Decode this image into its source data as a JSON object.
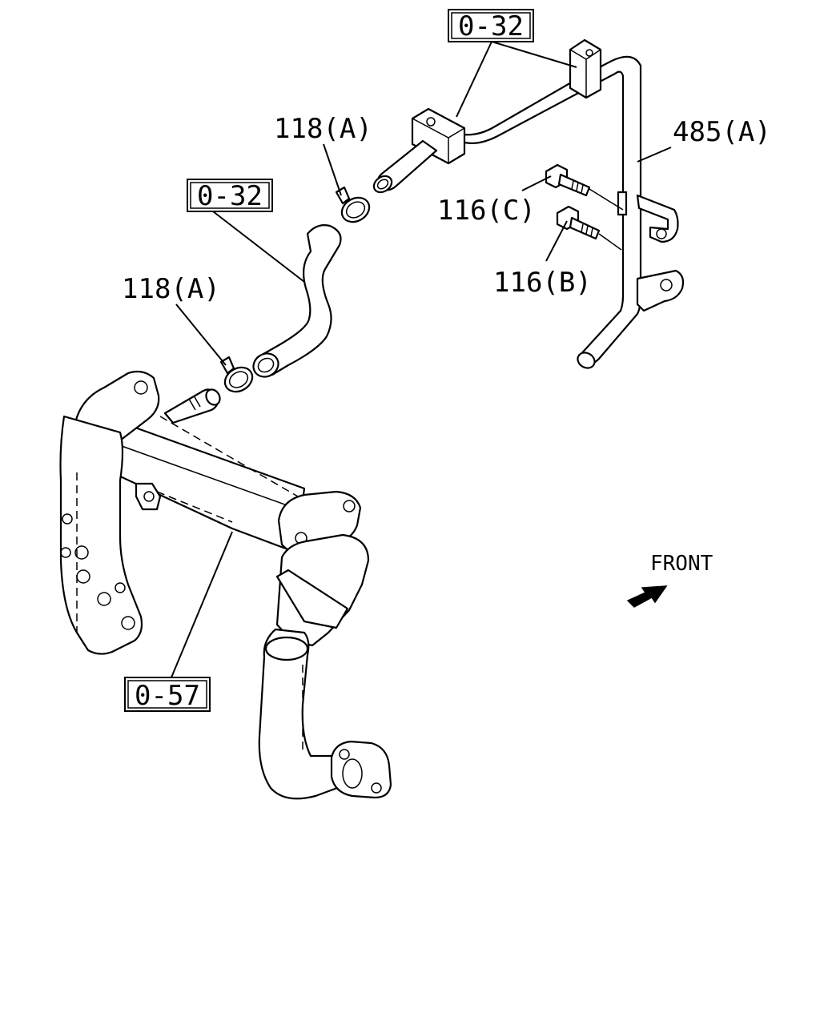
{
  "labels": {
    "ref_top": "0-32",
    "ref_mid": "0-32",
    "ref_bottom": "0-57",
    "clamp_upper": "118(A)",
    "clamp_lower": "118(A)",
    "pipe_485": "485(A)",
    "bolt_c": "116(C)",
    "bolt_b": "116(B)",
    "front": "FRONT"
  },
  "icons": {
    "front_arrow": "front-arrow-icon"
  }
}
